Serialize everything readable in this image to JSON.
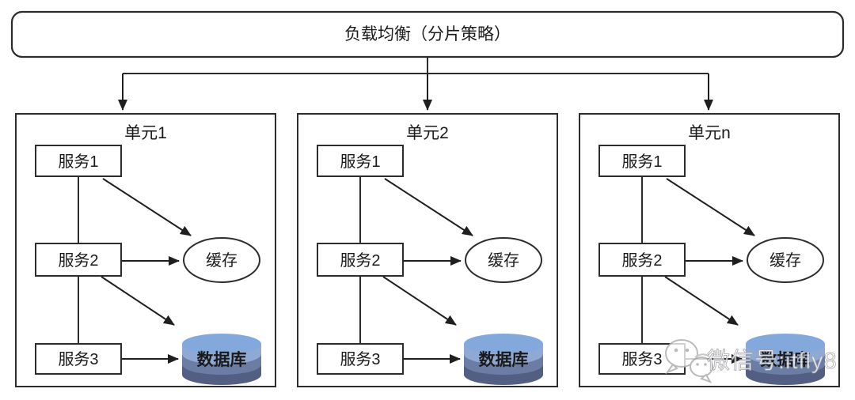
{
  "banner": {
    "label": "负载均衡（分片策略）"
  },
  "units": [
    {
      "title": "单元1",
      "services": [
        "服务1",
        "服务2",
        "服务3"
      ],
      "cache": "缓存",
      "database": "数据库"
    },
    {
      "title": "单元2",
      "services": [
        "服务1",
        "服务2",
        "服务3"
      ],
      "cache": "缓存",
      "database": "数据库"
    },
    {
      "title": "单元n",
      "services": [
        "服务1",
        "服务2",
        "服务3"
      ],
      "cache": "缓存",
      "database": "数据库"
    }
  ],
  "watermark": {
    "text": "微信号:itfly8",
    "icon": "wechat-icon"
  },
  "colors": {
    "line": "#2d2d2d",
    "text": "#1a1a1a",
    "db_top": "#83a9dc",
    "db_band_light": "#8fa9d5",
    "db_band_mid": "#6b7da4",
    "db_band_dark": "#525f82",
    "db_text": "#1c2440",
    "watermark_gray": "#b5b5b5",
    "watermark_stroke": "#9e9ea6"
  }
}
